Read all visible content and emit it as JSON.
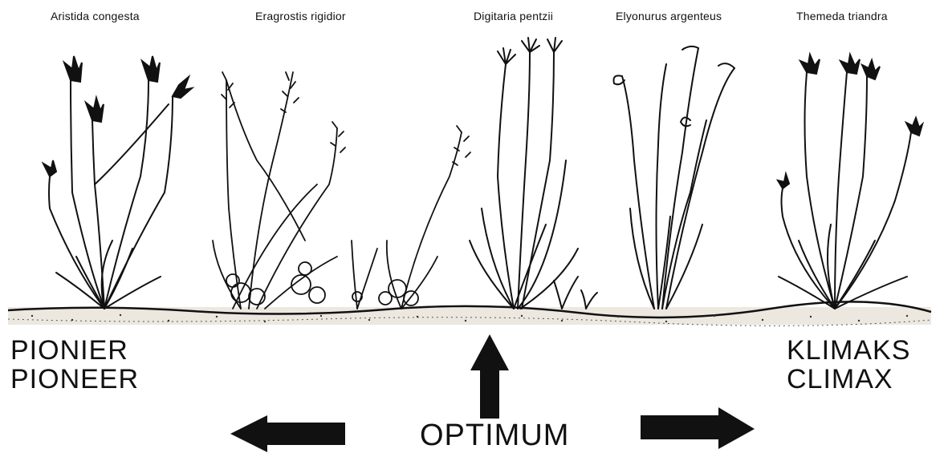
{
  "species": [
    "Aristida congesta",
    "Eragrostis rigidior",
    "Digitaria pentzii",
    "Elyonurus argenteus",
    "Themeda triandra"
  ],
  "pioneer": {
    "line1": "PIONIER",
    "line2": "PIONEER"
  },
  "climax": {
    "line1": "KLIMAKS",
    "line2": "CLIMAX"
  },
  "optimum": "OPTIMUM",
  "colors": {
    "ink": "#111111",
    "ground": "#e6e1d8"
  },
  "icons": [
    "grass-plant-icon",
    "arrow-up-icon",
    "arrow-left-icon",
    "arrow-right-icon"
  ]
}
